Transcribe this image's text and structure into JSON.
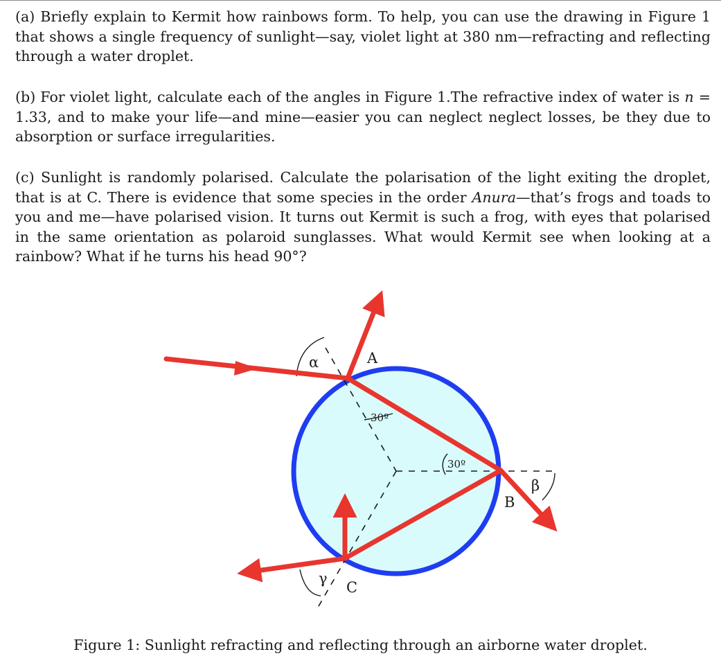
{
  "document": {
    "part_a": {
      "text": "(a) Briefly explain to Kermit how rainbows form. To help, you can use the drawing in Figure 1 that shows a single frequency of sunlight—say, violet light at 380 nm—refracting and reflecting through a water droplet."
    },
    "part_b": {
      "text_1": "(b) For violet light, calculate each of the angles in Figure 1.The refractive index of water is ",
      "n_var": "n",
      "text_2": " = 1.33, and to make your life—and mine—easier you can neglect neglect losses, be they due to absorption or surface irregularities."
    },
    "part_c": {
      "text_1": "(c) Sunlight is randomly polarised. Calculate the polarisation of the light exiting the droplet, that is at C. There is evidence that some species in the order ",
      "anura": "Anura",
      "text_2": "—that’s frogs and toads to you and me—have polarised vision. It turns out Kermit is such a frog, with eyes that polarised in the same orientation as polaroid sunglasses. What would Kermit see when looking at a rainbow? What if he turns his head 90°?"
    },
    "figure": {
      "label_alpha": "α",
      "label_beta": "β",
      "label_gamma": "γ",
      "label_a": "A",
      "label_b": "B",
      "label_c": "C",
      "angle_label_1": "30º",
      "angle_label_2": "30º",
      "colors": {
        "ray": "#e8352e",
        "droplet_fill": "#d9fbfc",
        "droplet_edge": "#1f3df0",
        "guide": "#1a1a1a"
      }
    },
    "caption": "Figure 1: Sunlight refracting and reflecting through an airborne water droplet."
  }
}
